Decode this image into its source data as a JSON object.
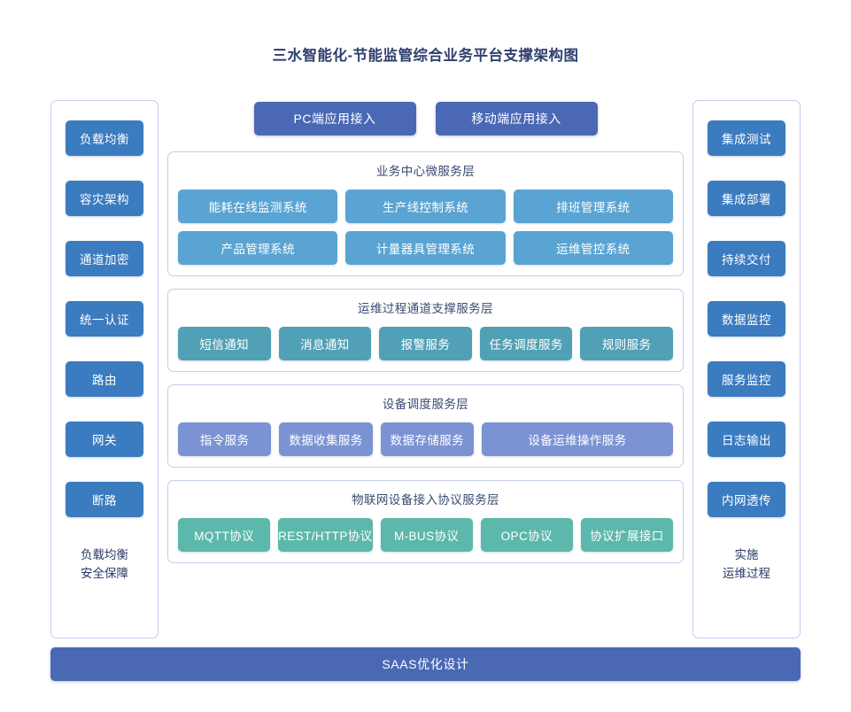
{
  "title": "三水智能化-节能监管综合业务平台支撑架构图",
  "colors": {
    "accent_deep_blue": "#4a68b4",
    "side_button_blue": "#3b7bc0",
    "business_blue": "#5aa4d3",
    "ops_teal": "#52a0b5",
    "device_periwinkle": "#7c93d3",
    "iot_mint": "#5bb8ab",
    "panel_border": "#c3cdec",
    "text_navy": "#2b3a66",
    "background": "#ffffff"
  },
  "left_panel": {
    "items": [
      {
        "label": "负载均衡"
      },
      {
        "label": "容灾架构"
      },
      {
        "label": "通道加密"
      },
      {
        "label": "统一认证"
      },
      {
        "label": "路由"
      },
      {
        "label": "网关"
      },
      {
        "label": "断路"
      }
    ],
    "footer_line1": "负载均衡",
    "footer_line2": "安全保障"
  },
  "right_panel": {
    "items": [
      {
        "label": "集成测试"
      },
      {
        "label": "集成部署"
      },
      {
        "label": "持续交付"
      },
      {
        "label": "数据监控"
      },
      {
        "label": "服务监控"
      },
      {
        "label": "日志输出"
      },
      {
        "label": "内网透传"
      }
    ],
    "footer_line1": "实施",
    "footer_line2": "运维过程"
  },
  "access_buttons": [
    {
      "label": "PC端应用接入"
    },
    {
      "label": "移动端应用接入"
    }
  ],
  "layers": [
    {
      "title": "业务中心微服务层",
      "rows": [
        [
          {
            "label": "能耗在线监测系统"
          },
          {
            "label": "生产线控制系统"
          },
          {
            "label": "排班管理系统"
          }
        ],
        [
          {
            "label": "产品管理系统"
          },
          {
            "label": "计量器具管理系统"
          },
          {
            "label": "运维管控系统"
          }
        ]
      ]
    },
    {
      "title": "运维过程通道支撑服务层",
      "rows": [
        [
          {
            "label": "短信通知"
          },
          {
            "label": "消息通知"
          },
          {
            "label": "报警服务"
          },
          {
            "label": "任务调度服务"
          },
          {
            "label": "规则服务"
          }
        ]
      ]
    },
    {
      "title": "设备调度服务层",
      "rows": [
        [
          {
            "label": "指令服务"
          },
          {
            "label": "数据收集服务"
          },
          {
            "label": "数据存储服务"
          },
          {
            "label": "设备运维操作服务",
            "wide": true
          }
        ]
      ]
    },
    {
      "title": "物联网设备接入协议服务层",
      "rows": [
        [
          {
            "label": "MQTT协议"
          },
          {
            "label": "REST/HTTP协议"
          },
          {
            "label": "M-BUS协议"
          },
          {
            "label": "OPC协议"
          },
          {
            "label": "协议扩展接口"
          }
        ]
      ]
    }
  ],
  "bottom_bar": {
    "label": "SAAS优化设计"
  }
}
